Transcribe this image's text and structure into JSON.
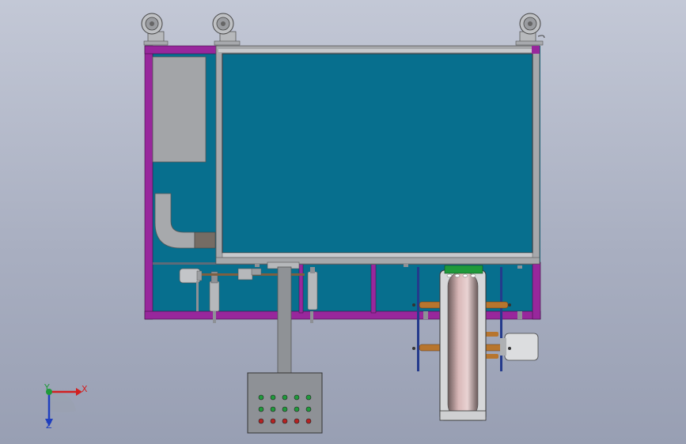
{
  "viewport": {
    "background_top": "#c3c8d6",
    "background_bottom": "#989fb3"
  },
  "colors": {
    "panel_teal": "#076f8e",
    "frame_purple": "#98279c",
    "frame_grey": "#a6a8ab",
    "steel": "#8e9196",
    "copper": "#b7752e",
    "green_led": "#1f9a3b",
    "red_led": "#b52222",
    "blue_bracket": "#243a8c"
  },
  "triad": {
    "x_label": "X",
    "y_label": "Y",
    "z_label": "Z",
    "x_color": "#d22020",
    "y_color": "#1f9a3b",
    "z_color": "#1f3fbf"
  },
  "control_box": {
    "button_rows": [
      "green",
      "green",
      "red"
    ],
    "buttons_per_row": 5
  }
}
